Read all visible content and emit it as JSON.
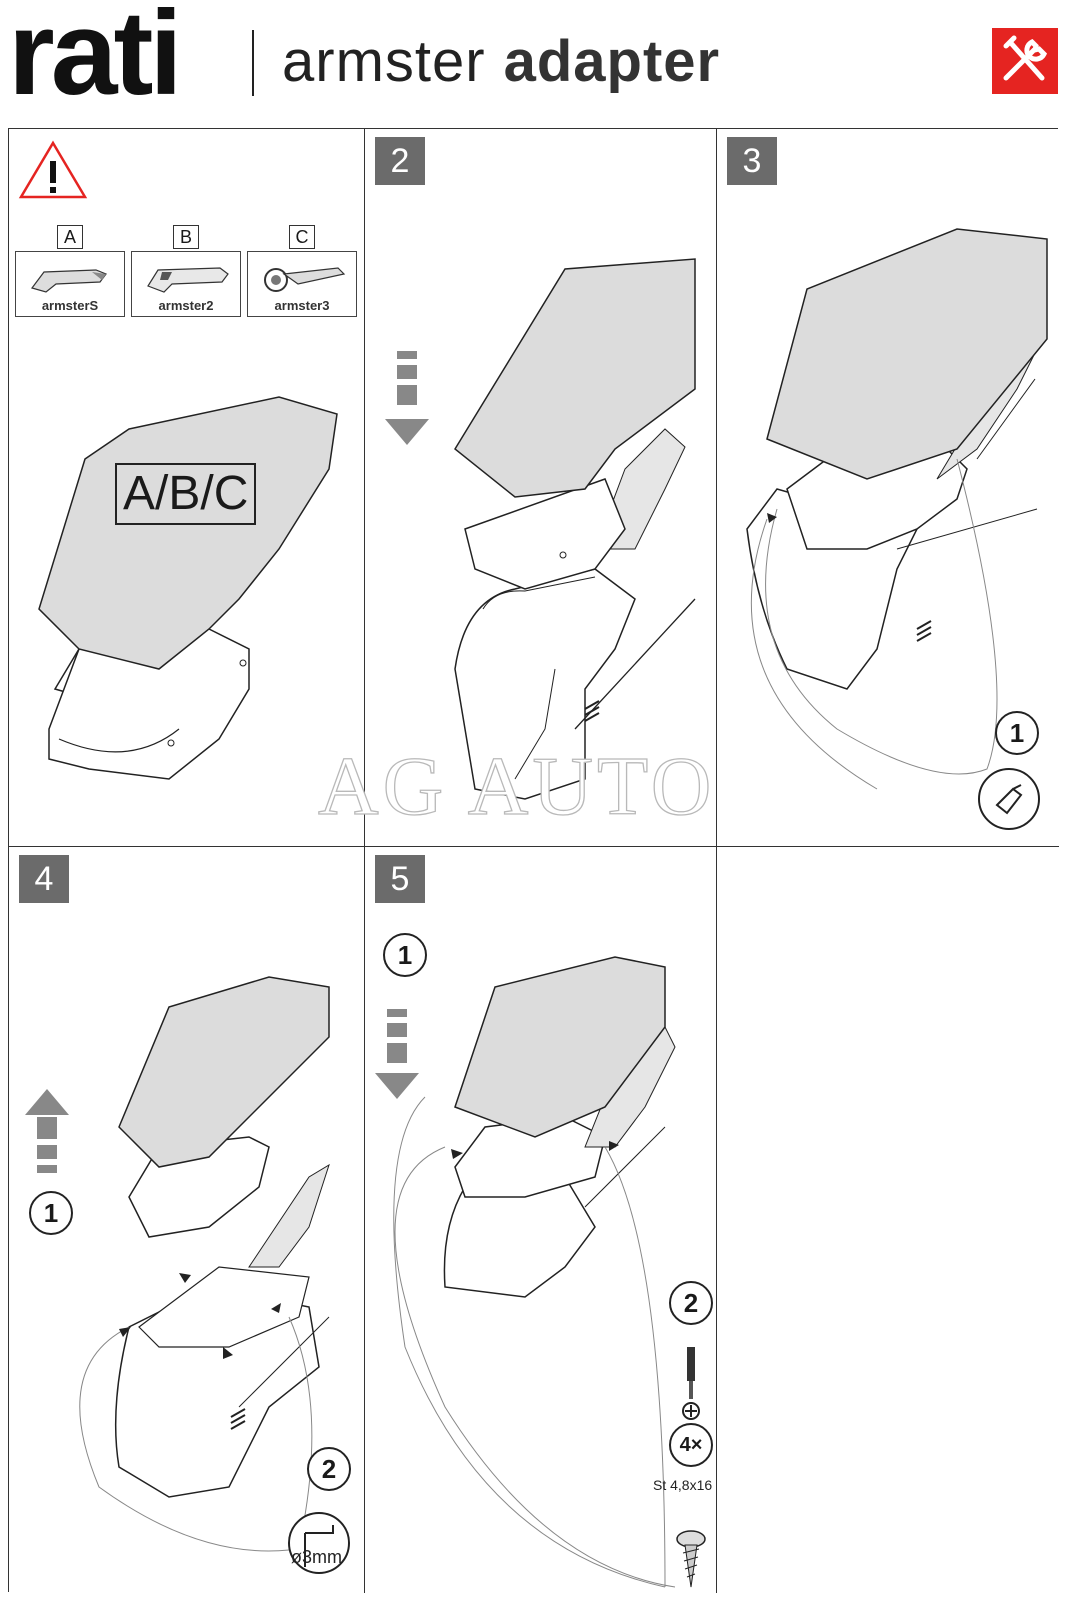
{
  "header": {
    "brand": "rati",
    "product": "armster",
    "product_suffix": "adapter",
    "tools_icon": "wrench-screwdriver-icon",
    "accent_color": "#e52421"
  },
  "panel1": {
    "warning_icon": "warning-exclamation-icon",
    "variants": [
      {
        "letter": "A",
        "name": "armsterS"
      },
      {
        "letter": "B",
        "name": "armster2"
      },
      {
        "letter": "C",
        "name": "armster3"
      }
    ],
    "armrest_label": "A/B/C"
  },
  "steps": {
    "s2": "2",
    "s3": "3",
    "s4": "4",
    "s5": "5"
  },
  "panel3": {
    "callout": "1"
  },
  "panel4": {
    "callout1": "1",
    "callout2": "2",
    "hole": "ø3mm"
  },
  "panel5": {
    "callout1": "1",
    "callout2": "2",
    "quantity": "4×",
    "screw_spec": "St 4,8x16"
  },
  "watermark": "AG AUTO"
}
